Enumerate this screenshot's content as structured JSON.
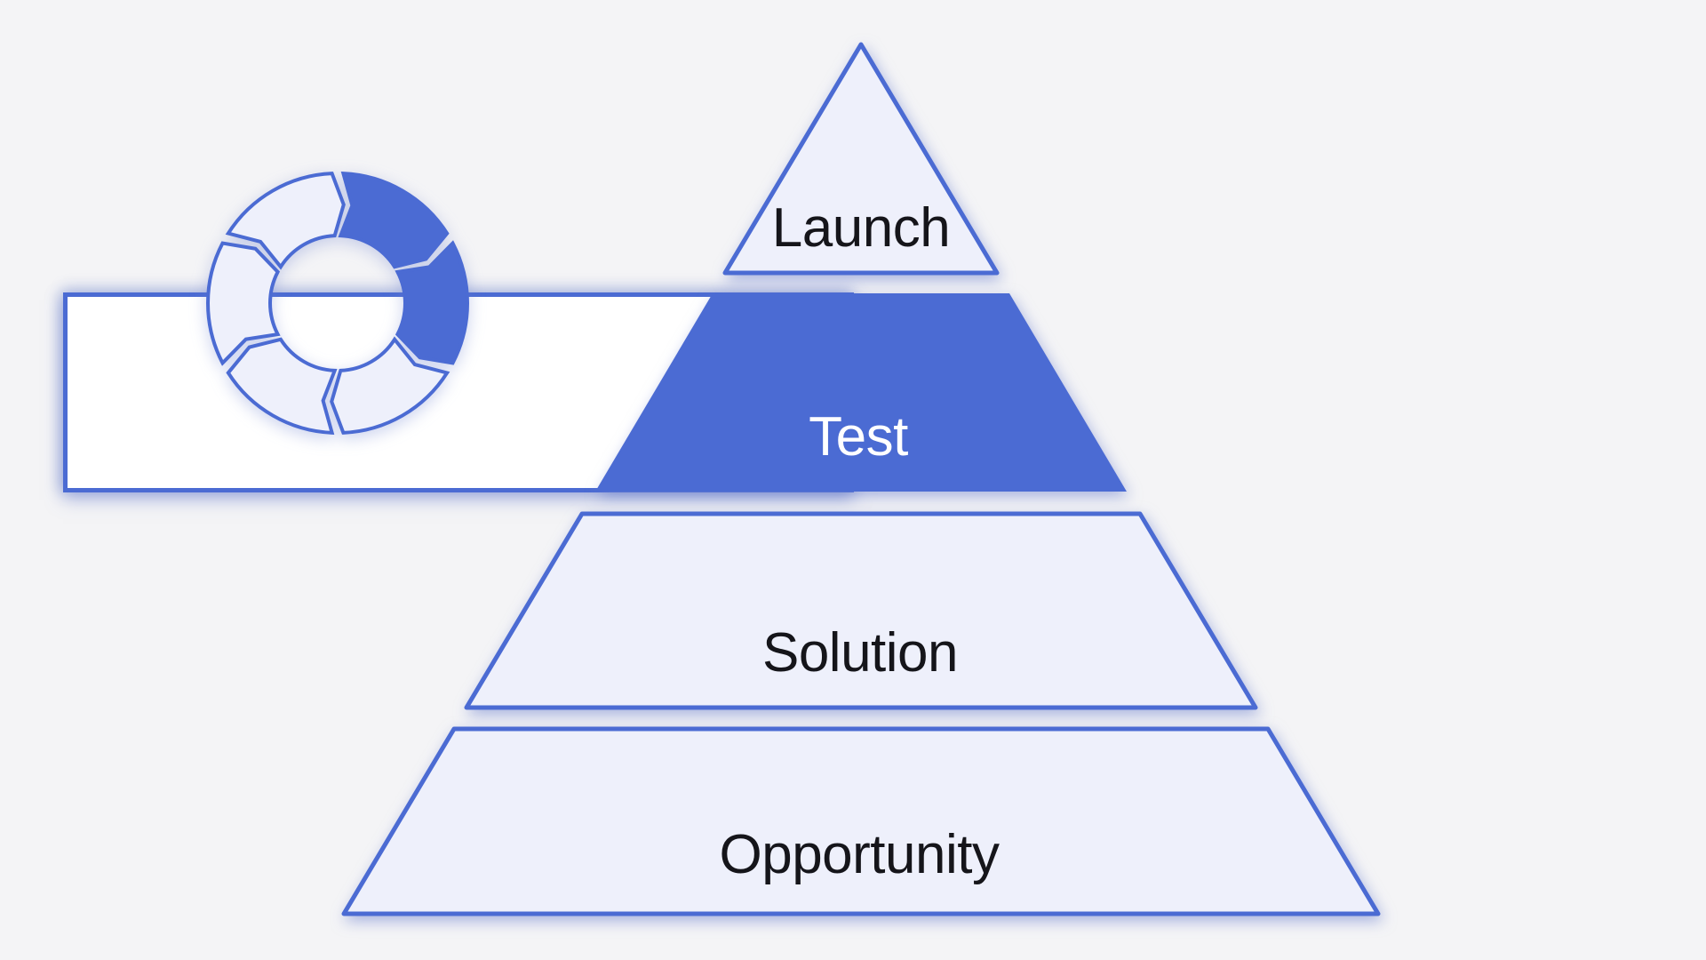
{
  "diagram": {
    "type": "pyramid",
    "levels": [
      {
        "label": "Launch",
        "highlighted": false
      },
      {
        "label": "Test",
        "highlighted": true
      },
      {
        "label": "Solution",
        "highlighted": false
      },
      {
        "label": "Opportunity",
        "highlighted": false
      }
    ],
    "icon": "cycle-arrows-icon"
  },
  "colors": {
    "accent_blue": "#4b6bd3",
    "light_fill": "#eef0fb",
    "band_white": "#ffffff",
    "background": "#f4f4f6",
    "text_dark": "#15151a",
    "text_light": "#ffffff"
  }
}
